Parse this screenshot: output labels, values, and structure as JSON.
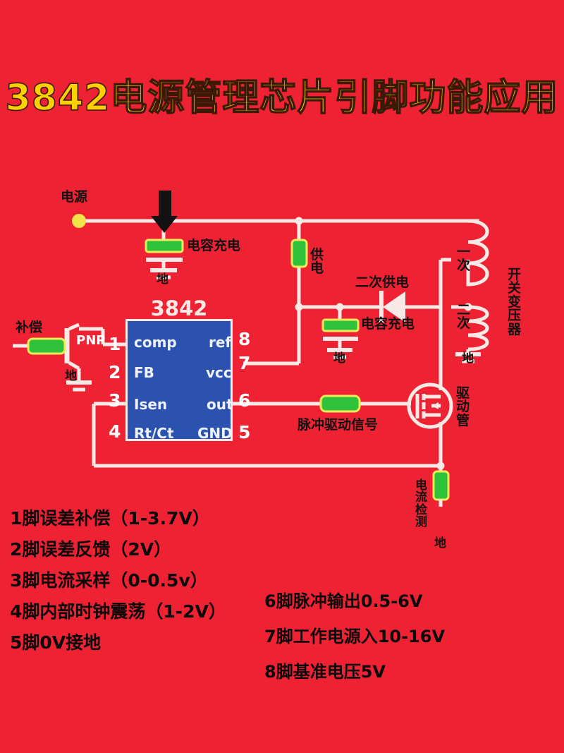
{
  "title": "3842电源管理芯片引脚功能应用",
  "colors": {
    "background": "#ef2233",
    "title": "#ffd000",
    "wire": "#f7e9e6",
    "component_fill": "#2fc23a",
    "component_outline": "#eeea5a",
    "chip_fill": "#2a52ae",
    "terminal": "#f2e34a"
  },
  "chip": {
    "name": "3842",
    "left_pins": [
      {
        "num": "1",
        "label": "comp"
      },
      {
        "num": "2",
        "label": "FB"
      },
      {
        "num": "3",
        "label": "Isen"
      },
      {
        "num": "4",
        "label": "Rt/Ct"
      }
    ],
    "right_pins": [
      {
        "num": "8",
        "label": "ref"
      },
      {
        "num": "7",
        "label": "vcc"
      },
      {
        "num": "6",
        "label": "out"
      },
      {
        "num": "5",
        "label": "GND"
      }
    ]
  },
  "schematic_labels": {
    "power_source": "电源",
    "cap_charge_top": "电容充电",
    "ground_top": "地",
    "supply": "供电",
    "secondary_supply": "二次供电",
    "cap_charge_mid": "电容充电",
    "ground_mid": "地",
    "primary_winding": "一次",
    "secondary_winding": "二次",
    "transformer": "开关变压器",
    "ground_transformer": "地",
    "compensation": "补偿",
    "pnp": "PNP",
    "ground_pnp": "地",
    "pulse_drive_signal": "脉冲驱动信号",
    "drive_transistor": "驱动管",
    "current_sense": "电流检测",
    "ground_sense": "地"
  },
  "notes_left": [
    "1脚误差补偿（1-3.7V）",
    "2脚误差反馈（2V）",
    "3脚电流采样（0-0.5v）",
    "4脚内部时钟震荡（1-2V）",
    "5脚0V接地"
  ],
  "notes_right": [
    "6脚脉冲输出0.5-6V",
    "7脚工作电源入10-16V",
    "8脚基准电压5V"
  ]
}
